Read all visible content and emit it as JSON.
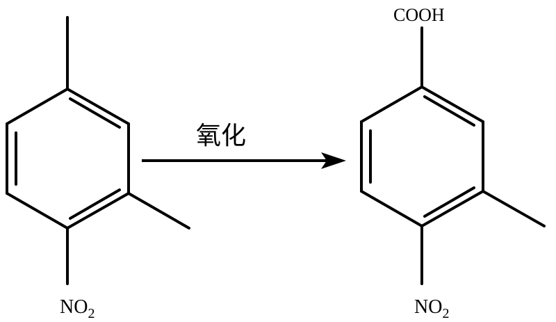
{
  "reaction": {
    "condition": "氧化"
  },
  "reactant": {
    "substituent_bottom": {
      "main": "NO",
      "subscript": "2"
    }
  },
  "product": {
    "substituent_top": "COOH",
    "substituent_bottom": {
      "main": "NO",
      "subscript": "2"
    }
  },
  "colors": {
    "ink": "#000000",
    "background": "#ffffff"
  }
}
